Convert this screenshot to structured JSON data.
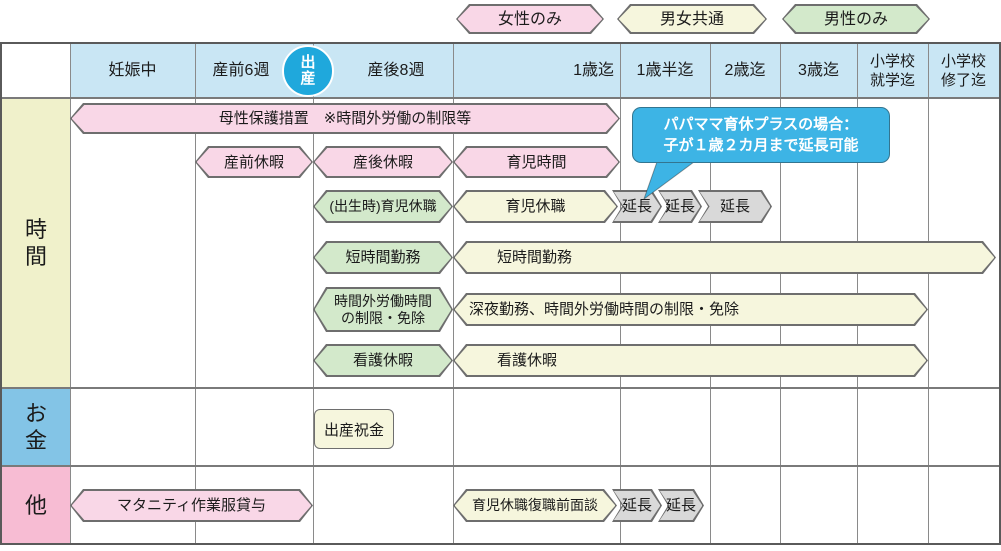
{
  "legend": {
    "female_only": "女性のみ",
    "both_genders": "男女共通",
    "male_only": "男性のみ"
  },
  "header": {
    "cols": [
      "妊娠中",
      "産前6週",
      "産後8週",
      "1歳迄",
      "1歳半迄",
      "2歳迄",
      "3歳迄",
      "小学校\n就学迄",
      "小学校\n修了迄"
    ],
    "birth_badge": "出\n産"
  },
  "sections": {
    "time": "時\n間",
    "money": "お\n金",
    "other": "他"
  },
  "bars": {
    "maternity_protection": {
      "label": "母性保護措置　※時間外労働の制限等",
      "group": "female_only"
    },
    "prenatal_leave": {
      "label": "産前休暇",
      "group": "female_only"
    },
    "postnatal_leave": {
      "label": "産後休暇",
      "group": "female_only"
    },
    "childcare_time": {
      "label": "育児時間",
      "group": "female_only"
    },
    "birth_childcare_leave": {
      "label": "(出生時)育児休職",
      "group": "male_only"
    },
    "childcare_leave": {
      "label": "育児休職",
      "group": "both_genders"
    },
    "extension": {
      "label": "延長",
      "group": "extension"
    },
    "short_hours_male": {
      "label": "短時間勤務",
      "group": "male_only"
    },
    "short_hours_both": {
      "label": "短時間勤務",
      "group": "both_genders"
    },
    "overtime_limit_male": {
      "label": "時間外労働時間の制限・免除",
      "group": "male_only"
    },
    "overtime_limit_both": {
      "label": "深夜勤務、時間外労働時間の制限・免除",
      "group": "both_genders"
    },
    "nursing_leave_male": {
      "label": "看護休暇",
      "group": "male_only"
    },
    "nursing_leave_both": {
      "label": "看護休暇",
      "group": "both_genders"
    },
    "birth_gift_money": {
      "label": "出産祝金",
      "group": "both_genders"
    },
    "maternity_workwear": {
      "label": "マタニティ作業服貸与",
      "group": "female_only"
    },
    "return_interview": {
      "label": "育児休職復職前面談",
      "group": "both_genders"
    }
  },
  "callout": {
    "text": "パパママ育休プラスの場合：\n子が１歳２カ月まで延長可能"
  },
  "colors": {
    "female_only": "#f9d7e7",
    "both_genders": "#f6f6dd",
    "male_only": "#d3e9cb",
    "extension": "#d9d9d9",
    "header_blue": "#c9e6f4",
    "time_label": "#f0f1cb",
    "money_label": "#83c4e6",
    "other_label": "#f7bcd3",
    "callout_blue": "#3db4e5",
    "birth_circle": "#1fa8dc"
  }
}
